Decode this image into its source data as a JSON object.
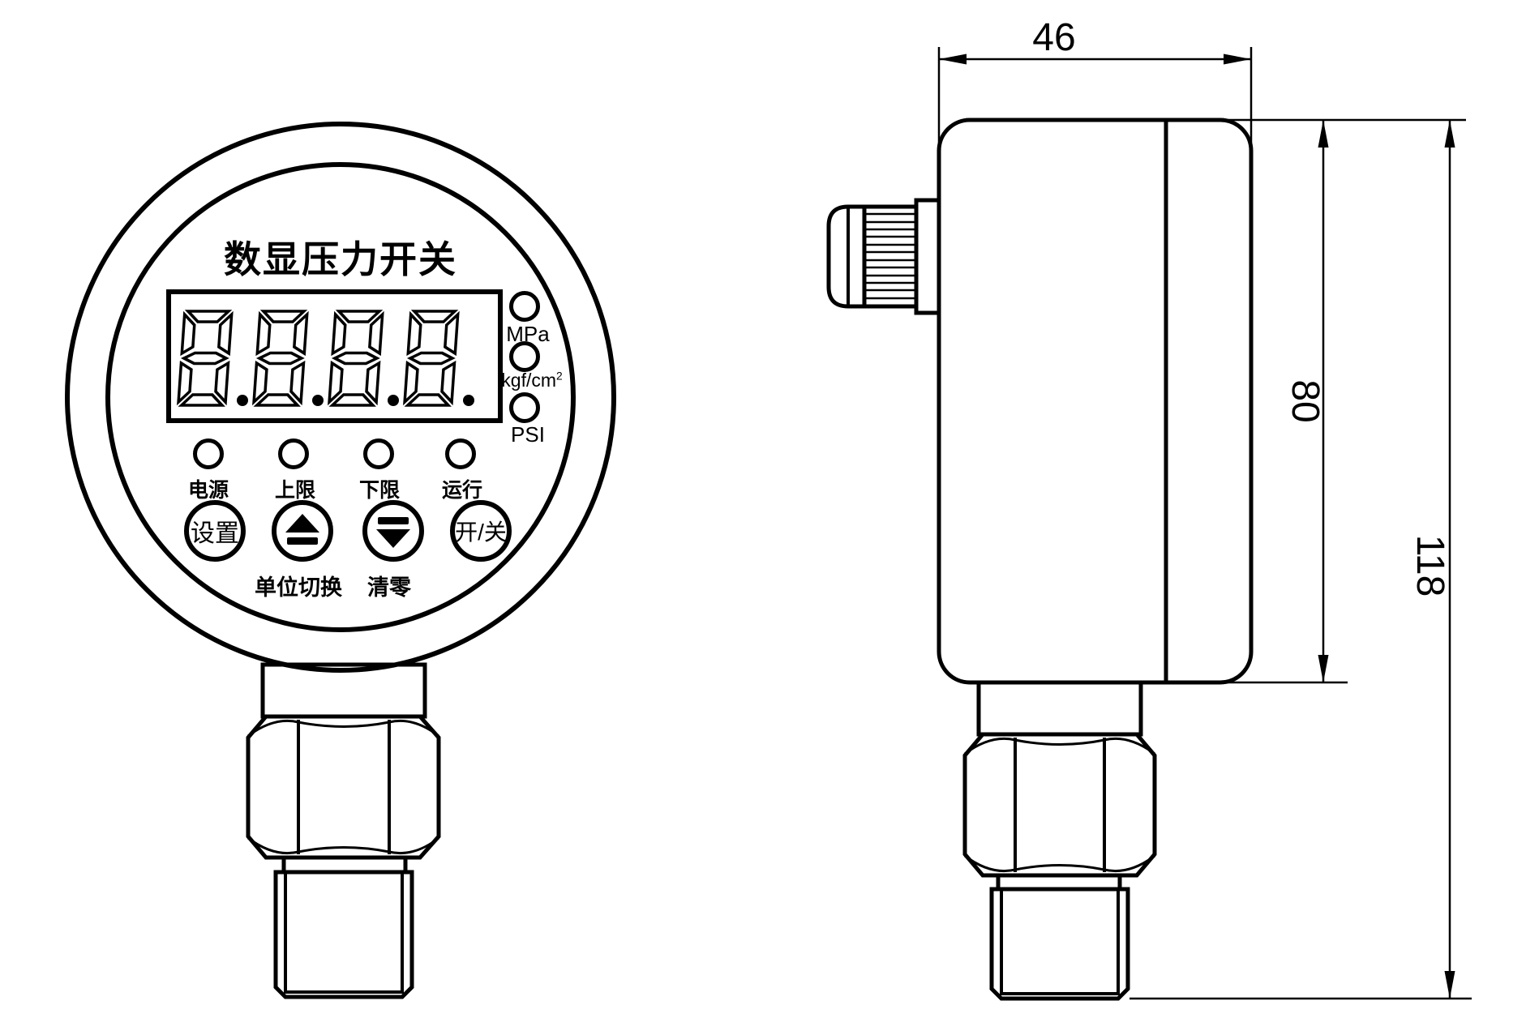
{
  "colors": {
    "line": "#000000",
    "background": "#ffffff"
  },
  "front": {
    "title": "数显压力开关",
    "display": {
      "value": "8.8.8.8.",
      "digit_count": 4,
      "style": "seven-segment-outline"
    },
    "unit_indicators": [
      {
        "label": "MPa"
      },
      {
        "label": "kgf/cm",
        "sup": "2"
      },
      {
        "label": "PSI"
      }
    ],
    "status_indicators": [
      {
        "label": "电源"
      },
      {
        "label": "上限"
      },
      {
        "label": "下限"
      },
      {
        "label": "运行"
      }
    ],
    "buttons": {
      "set": {
        "label": "设置"
      },
      "up": {
        "icon": "eject-up-icon",
        "sublabel": "单位切换"
      },
      "down": {
        "icon": "eject-down-icon",
        "sublabel": "清零"
      },
      "power": {
        "label": "开/关"
      }
    }
  },
  "side": {
    "dimensions": {
      "width": "46",
      "body_height": "80",
      "total_height": "118"
    }
  }
}
